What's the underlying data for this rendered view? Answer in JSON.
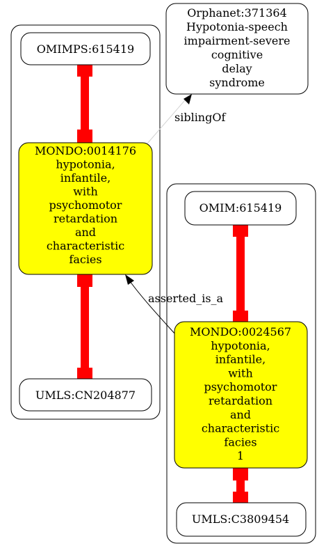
{
  "nodes": {
    "omimps": {
      "lines": [
        "OMIMPS:615419"
      ]
    },
    "mondo_14176": {
      "lines": [
        "MONDO:0014176",
        "hypotonia,",
        "infantile,",
        "with",
        "psychomotor",
        "retardation",
        "and",
        "characteristic",
        "facies"
      ]
    },
    "umls_cn": {
      "lines": [
        "UMLS:CN204877"
      ]
    },
    "orphanet": {
      "lines": [
        "Orphanet:371364",
        "Hypotonia-speech",
        "impairment-severe",
        "cognitive",
        "delay",
        "syndrome"
      ]
    },
    "omim": {
      "lines": [
        "OMIM:615419"
      ]
    },
    "mondo_24567": {
      "lines": [
        "MONDO:0024567",
        "hypotonia,",
        "infantile,",
        "with",
        "psychomotor",
        "retardation",
        "and",
        "characteristic",
        "facies",
        "1"
      ]
    },
    "umls_c": {
      "lines": [
        "UMLS:C3809454"
      ]
    }
  },
  "edge_labels": {
    "sibling_of": "siblingOf",
    "asserted_is_a": "asserted_is_a"
  },
  "colors": {
    "highlight_fill": "#ffff00",
    "equivalence_edge": "#ff0000",
    "stroke": "#000000",
    "sibling_edge": "#d3d3d3"
  }
}
